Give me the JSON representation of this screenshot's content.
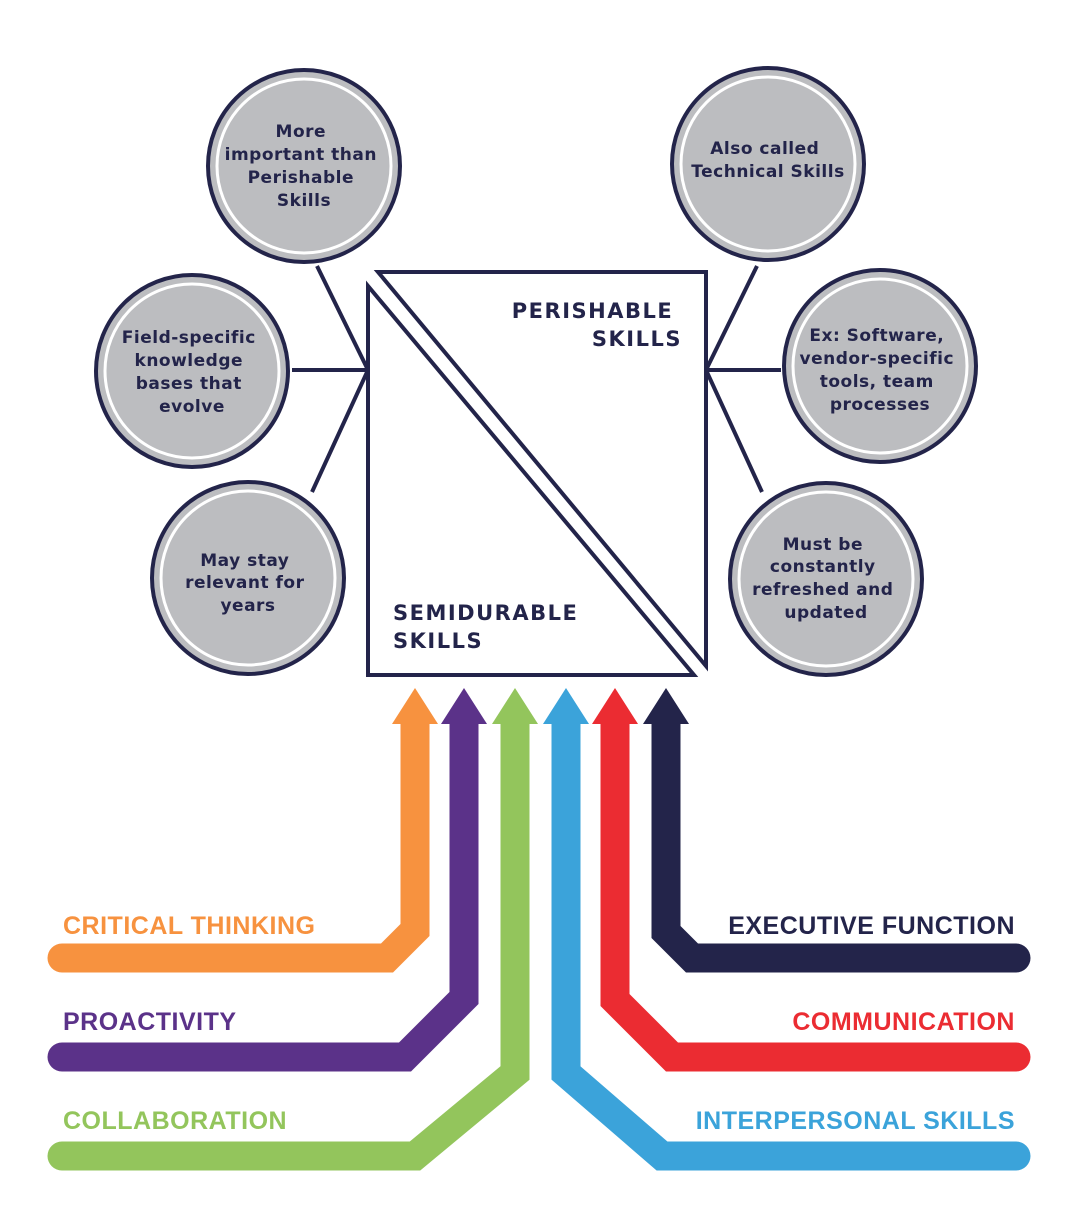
{
  "colors": {
    "navy": "#23244a",
    "circle_fill": "#bcbdc0",
    "orange": "#f7923f",
    "purple": "#5b3289",
    "green": "#93c55c",
    "blue": "#3ba3da",
    "red": "#eb2c32"
  },
  "box": {
    "perishable": [
      "PERISHABLE",
      "SKILLS"
    ],
    "semidurable": [
      "SEMIDURABLE",
      "SKILLS"
    ]
  },
  "circles": {
    "left_top": [
      "More",
      "important than",
      "Perishable",
      "Skills"
    ],
    "left_mid": [
      "Field-specific",
      "knowledge",
      "bases that",
      "evolve"
    ],
    "left_bot": [
      "May stay",
      "relevant for",
      "years"
    ],
    "right_top": [
      "Also called",
      "Technical Skills"
    ],
    "right_mid": [
      "Ex: Software,",
      "vendor-specific",
      "tools, team",
      "processes"
    ],
    "right_bot": [
      "Must be",
      "constantly",
      "refreshed and",
      "updated"
    ]
  },
  "skills": {
    "critical_thinking": "CRITICAL THINKING",
    "proactivity": "PROACTIVITY",
    "collaboration": "COLLABORATION",
    "executive_function": "EXECUTIVE FUNCTION",
    "communication": "COMMUNICATION",
    "interpersonal": "INTERPERSONAL SKILLS"
  }
}
